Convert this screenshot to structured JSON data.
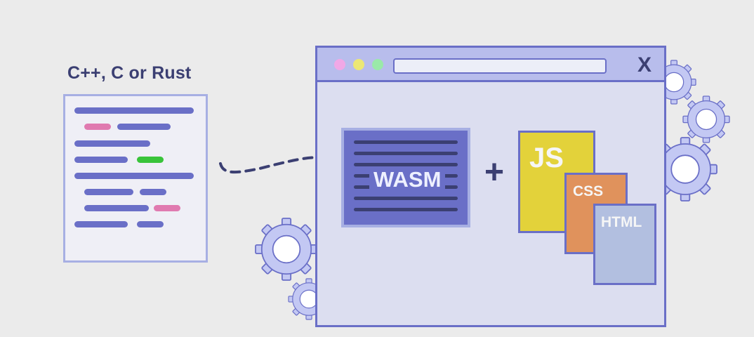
{
  "source": {
    "title": "C++, C or Rust"
  },
  "browser": {
    "close_label": "X"
  },
  "wasm": {
    "label": "WASM"
  },
  "operator": {
    "plus": "+"
  },
  "files": {
    "js": "JS",
    "css": "CSS",
    "html": "HTML"
  },
  "colors": {
    "background": "#ebebeb",
    "accent_purple": "#6a6fc7",
    "light_purple": "#a7afe3",
    "dark_navy": "#3b3f72",
    "pink": "#e07ab0",
    "green": "#39c43a",
    "js_yellow": "#e3d23a",
    "css_orange": "#e0925c",
    "html_blue": "#b2bfe0"
  }
}
